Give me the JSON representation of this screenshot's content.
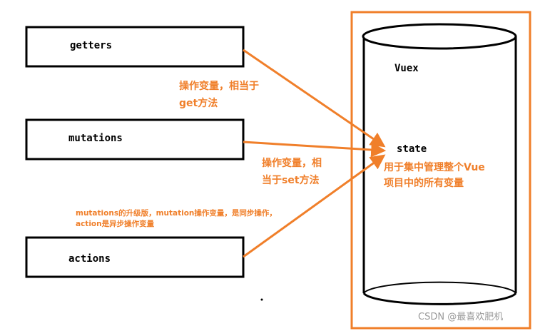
{
  "boxes": {
    "getters": "getters",
    "mutations": "mutations",
    "actions": "actions"
  },
  "notes": {
    "getters_line1": "操作变量，相当于",
    "getters_line2": "get方法",
    "mutations_line1": "操作变量，相",
    "mutations_line2": "当于set方法",
    "actions_line1": "mutations的升级版，mutation操作变量，是同步操作，",
    "actions_line2": "action是异步操作变量"
  },
  "store": {
    "title": "Vuex",
    "state_label": "state",
    "description_line1": "用于集中管理整个Vue",
    "description_line2": "项目中的所有变量"
  },
  "watermark": "CSDN @最喜欢肥机",
  "colors": {
    "accent": "#f07f2a",
    "stroke": "#000000",
    "background": "#ffffff"
  }
}
